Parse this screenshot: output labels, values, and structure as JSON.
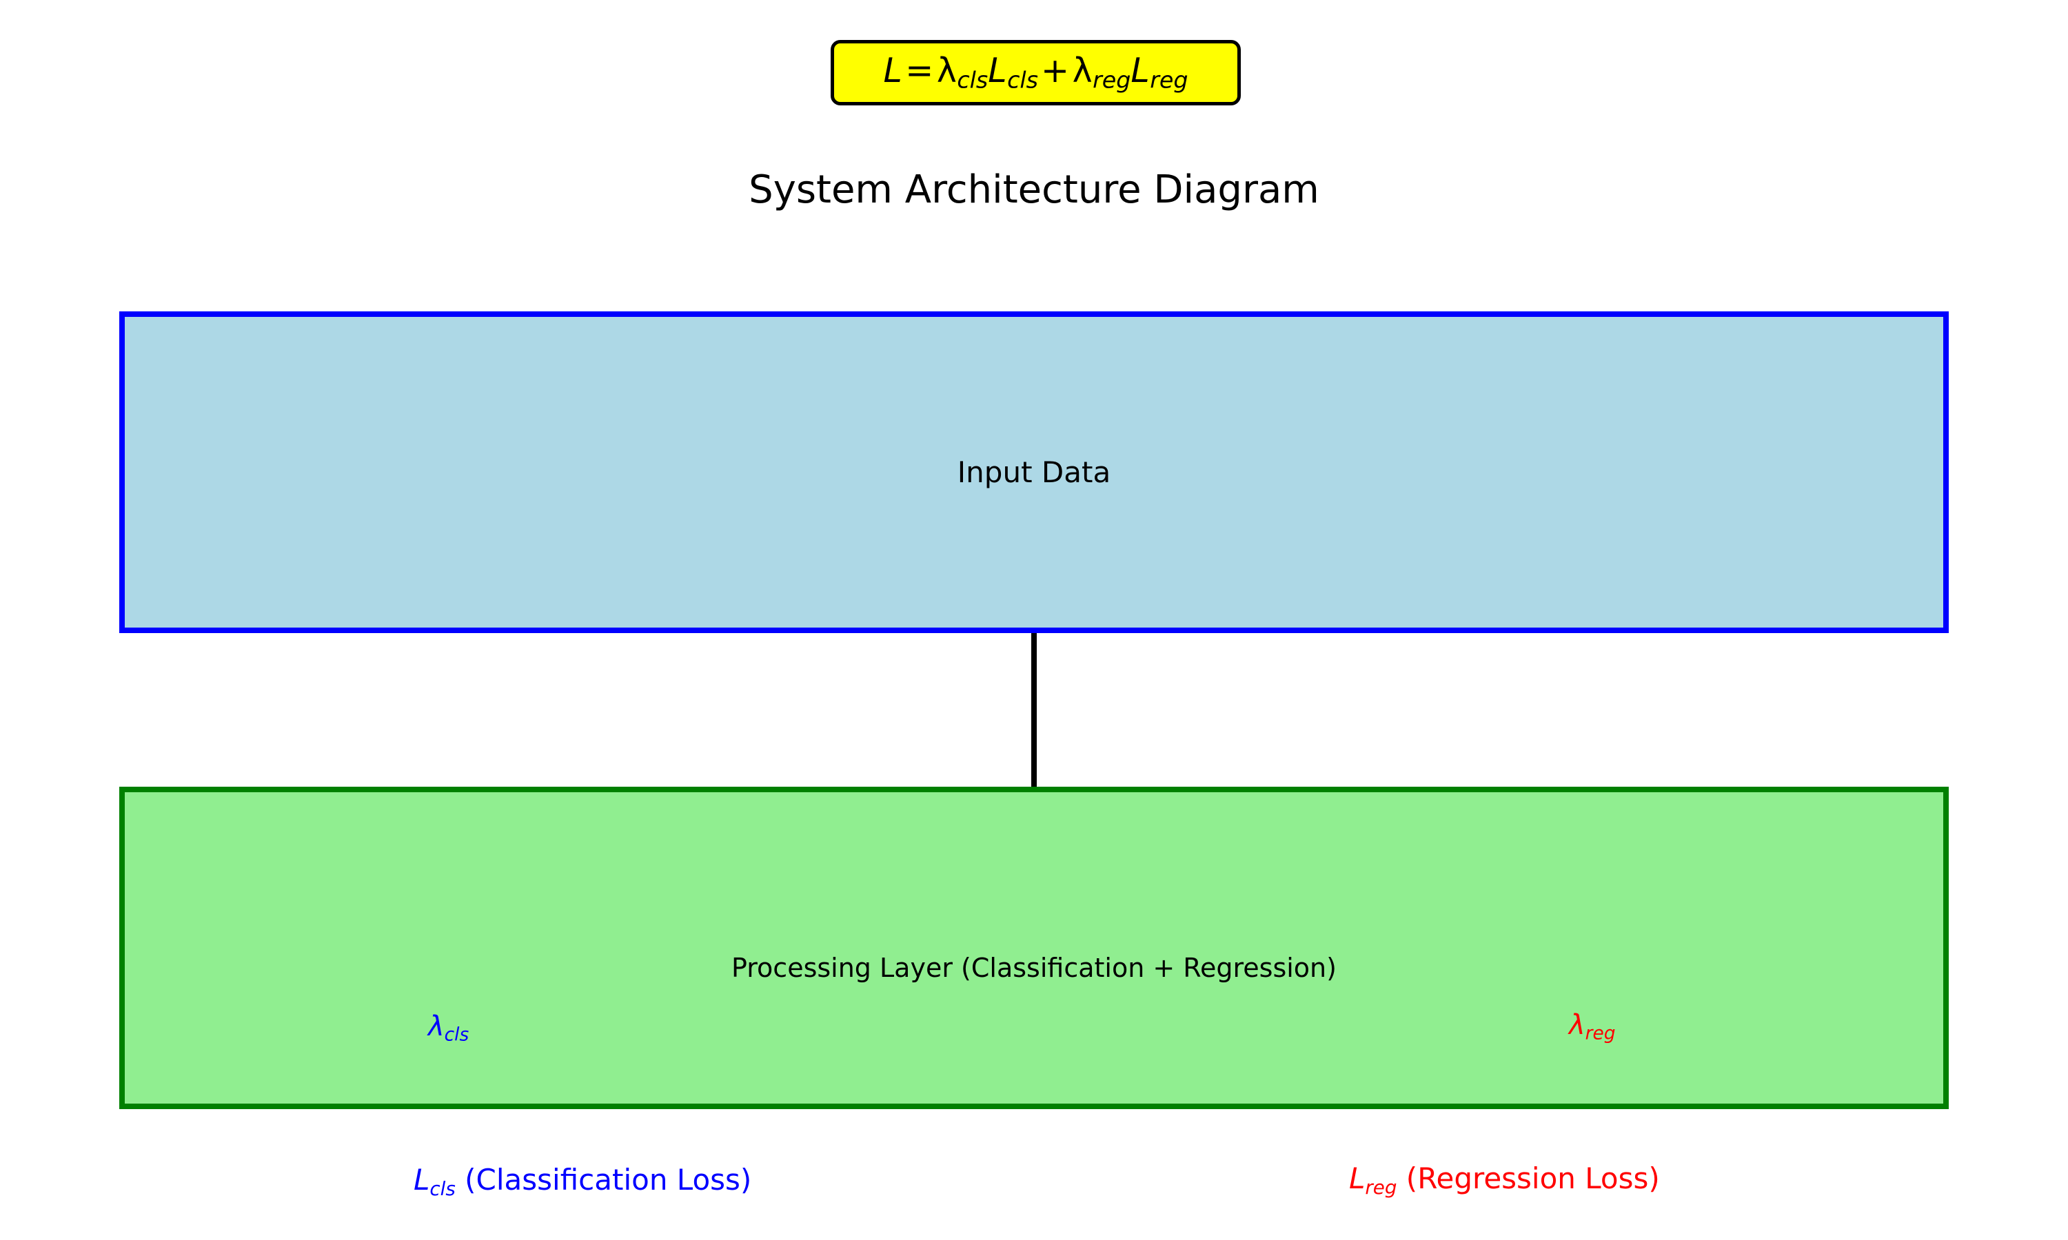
{
  "figure": {
    "title": "System Architecture Diagram",
    "background_color": "#ffffff"
  },
  "formula": {
    "full_text": "L = λ_cls L_cls + λ_reg L_reg",
    "lhs": "L",
    "equals": "=",
    "lambda_symbol": "λ",
    "term1_lambda_sub": "cls",
    "term1_loss": "L",
    "term1_loss_sub": "cls",
    "plus": "+",
    "term2_lambda_sub": "reg",
    "term2_loss": "L",
    "term2_loss_sub": "reg",
    "box_fill": "#ffff00",
    "box_border": "#000000"
  },
  "blocks": [
    {
      "name": "input-data",
      "label": "Input Data",
      "fill": "#add8e6",
      "border": "#0000ff"
    },
    {
      "name": "processing-layer",
      "label": "Processing Layer (Classification + Regression)",
      "fill": "#90ee90",
      "border": "#008000",
      "annotations": [
        {
          "name": "lambda-cls",
          "symbol": "λ",
          "subscript": "cls",
          "color": "#0000ff"
        },
        {
          "name": "lambda-reg",
          "symbol": "λ",
          "subscript": "reg",
          "color": "#ff0000"
        }
      ]
    }
  ],
  "arrow": {
    "name": "input-to-processing-arrow",
    "direction": "down",
    "color": "#000000"
  },
  "captions": [
    {
      "name": "classification-loss-caption",
      "symbol": "L",
      "subscript": "cls",
      "text": " (Classification Loss)",
      "color": "#0000ff"
    },
    {
      "name": "regression-loss-caption",
      "symbol": "L",
      "subscript": "reg",
      "text": " (Regression Loss)",
      "color": "#ff0000"
    }
  ]
}
